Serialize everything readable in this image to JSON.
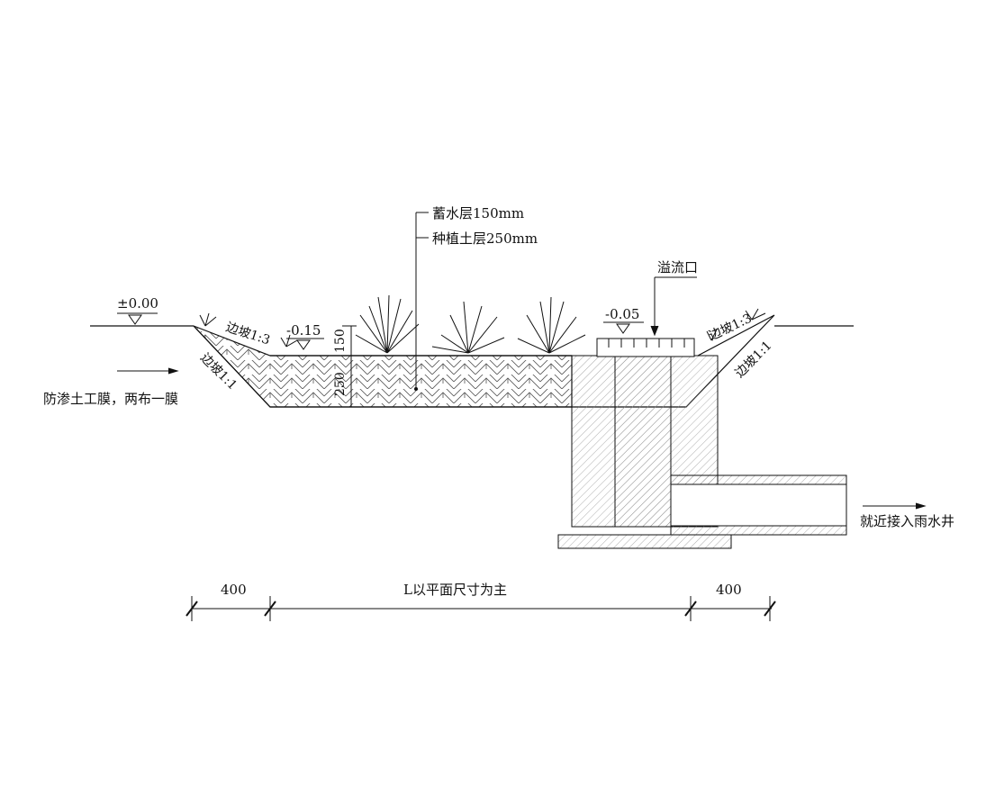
{
  "labels": {
    "layer_water": "蓄水层150mm",
    "layer_soil": "种植土层250mm",
    "overflow": "溢流口",
    "elev_ground": "±0.00",
    "elev_basin": "-0.15",
    "elev_overflow": "-0.05",
    "slope_left_top": "边坡1:3",
    "slope_left_bottom": "边坡1:1",
    "slope_right_top": "边坡1:3",
    "slope_right_bottom": "边坡1:1",
    "membrane": "防渗土工膜，两布一膜",
    "dim_150": "150",
    "dim_250": "250",
    "rainwell": "就近接入雨水井",
    "dim_left": "400",
    "dim_mid": "L以平面尺寸为主",
    "dim_right": "400"
  }
}
